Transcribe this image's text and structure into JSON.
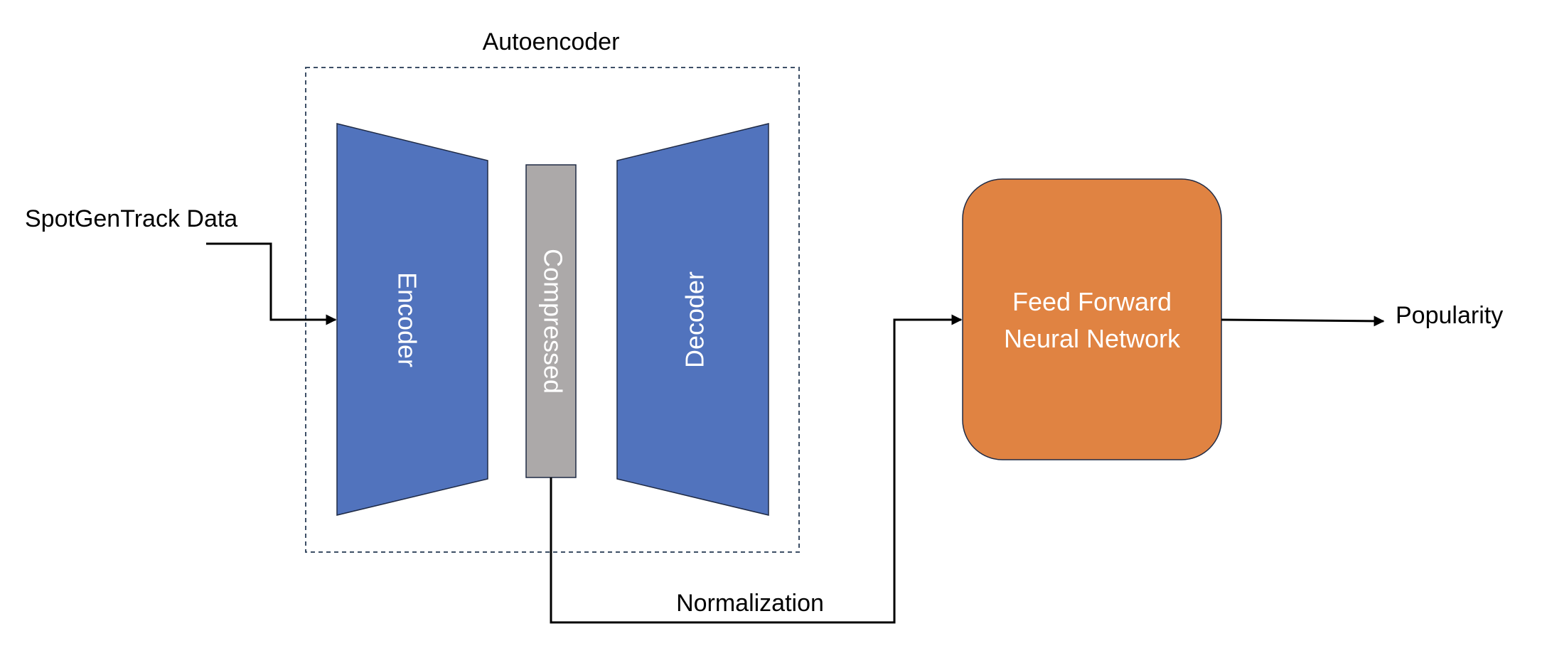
{
  "labels": {
    "autoencoder": "Autoencoder",
    "input": "SpotGenTrack Data",
    "encoder": "Encoder",
    "compressed": "Compressed",
    "decoder": "Decoder",
    "network_line1": "Feed Forward",
    "network_line2": "Neural Network",
    "normalization": "Normalization",
    "output": "Popularity"
  },
  "colors": {
    "encoder_fill": "#5173BD",
    "decoder_fill": "#5173BD",
    "compressed_fill": "#ACA9A9",
    "network_fill": "#E08342",
    "dashed_border": "#3D4F66",
    "shape_border": "#1F2A44",
    "line": "#000000"
  }
}
